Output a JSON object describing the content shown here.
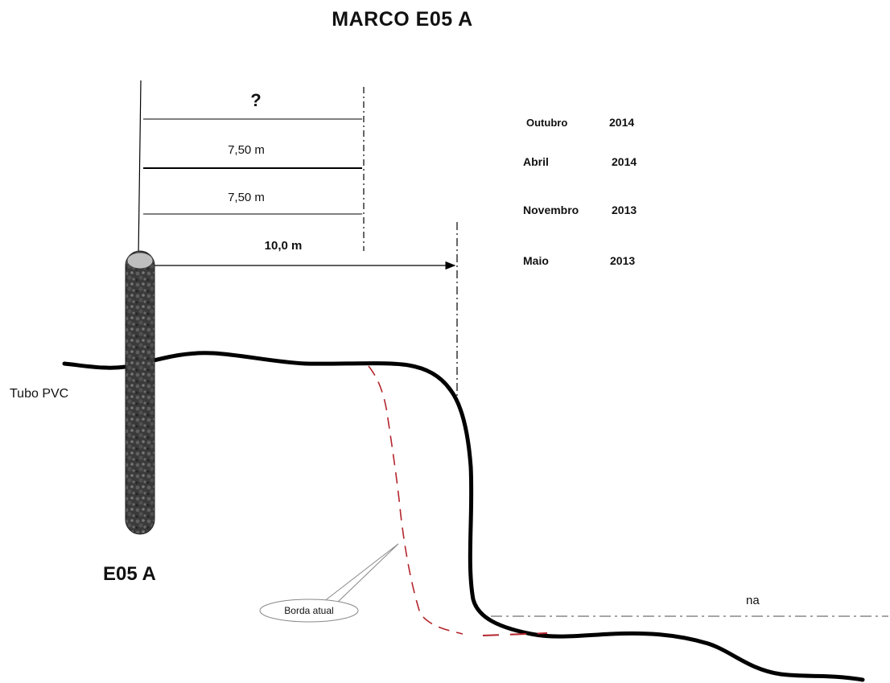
{
  "title": "MARCO    E05 A",
  "dimensions": {
    "unknown": "?",
    "first": "7,50 m",
    "second": "7,50 m",
    "total": "10,0 m"
  },
  "survey_dates": [
    {
      "month": "Outubro",
      "year": "2014"
    },
    {
      "month": "Abril",
      "year": "2014"
    },
    {
      "month": "Novembro",
      "year": "2013"
    },
    {
      "month": "Maio",
      "year": "2013"
    }
  ],
  "labels": {
    "tubo": "Tubo PVC",
    "marker": "E05 A",
    "borda": "Borda atual",
    "water_level": "na"
  },
  "colors": {
    "line": "#000000",
    "current_edge": "#b3262e",
    "pipe": "#3d3d3d",
    "water_line": "#888888"
  }
}
